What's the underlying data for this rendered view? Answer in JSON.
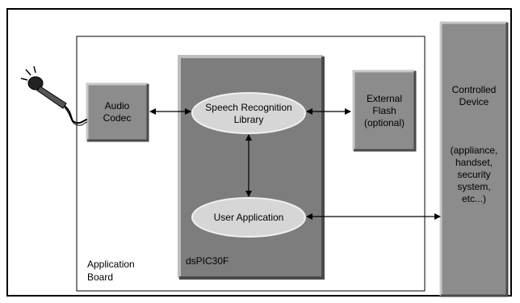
{
  "diagram": {
    "board_label_line1": "Application",
    "board_label_line2": "Board",
    "codec_line1": "Audio",
    "codec_line2": "Codec",
    "chip_label": "dsPIC30F",
    "speech_line1": "Speech Recognition",
    "speech_line2": "Library",
    "user_app": "User Application",
    "flash_line1": "External",
    "flash_line2": "Flash",
    "flash_line3": "(optional)",
    "device_line1": "Controlled",
    "device_line2": "Device",
    "device_detail1": "(appliance,",
    "device_detail2": "handset,",
    "device_detail3": "security",
    "device_detail4": "system,",
    "device_detail5": "etc...)"
  },
  "colors": {
    "box_gray": "#8c8c8c",
    "chip_gray": "#7d7d7d",
    "ellipse_fill": "#d6d6d6",
    "bevel_light": "#c8c8c8",
    "bevel_dark": "#4a4a4a"
  },
  "icons": {
    "microphone": "microphone-icon"
  }
}
